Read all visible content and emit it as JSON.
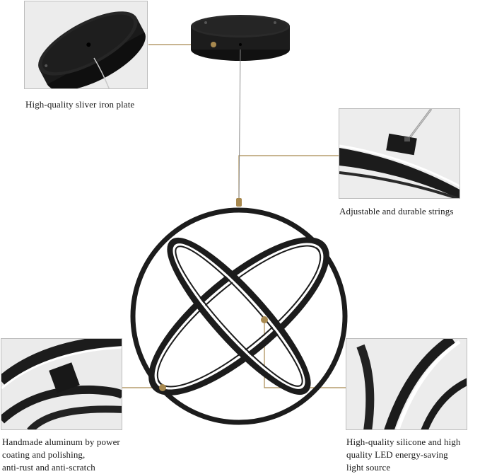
{
  "captions": {
    "iron_plate": "High-quality sliver iron plate",
    "strings": "Adjustable and durable strings",
    "aluminum": [
      "Handmade aluminum by power",
      "coating and polishing,",
      "anti-rust and anti-scratch"
    ],
    "led": [
      "High-quality silicone and high",
      "quality LED energy-saving",
      "light source"
    ]
  },
  "colors": {
    "fixture": "#1c1c1c",
    "leader_line": "#a8894f",
    "led_glow": "#ffffff",
    "inset_bg": "#eeeeee"
  }
}
